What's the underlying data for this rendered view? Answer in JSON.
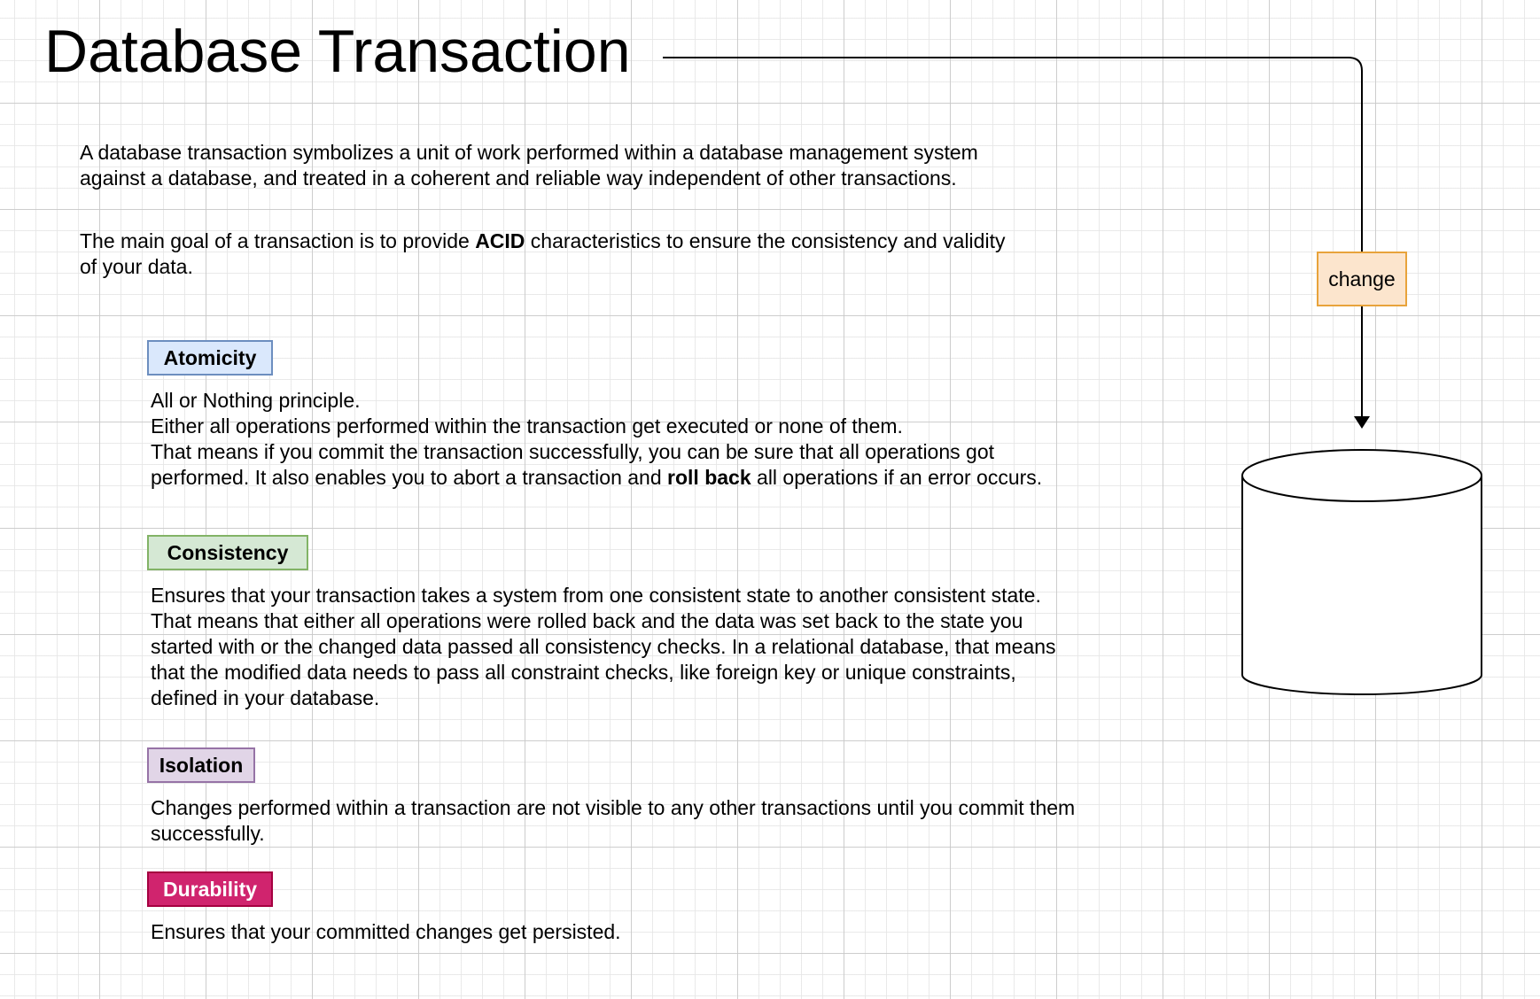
{
  "title": "Database Transaction",
  "intro": {
    "line1": "A database transaction symbolizes a unit of work performed within a database management system",
    "line2": "against a database, and treated in a coherent and reliable way independent of other transactions."
  },
  "goal": {
    "line1_before": "The main goal of a transaction is to provide ",
    "line1_bold": "ACID",
    "line1_after": " characteristics to ensure the consistency and validity",
    "line2": "of your data."
  },
  "atomicity": {
    "label": "Atomicity",
    "line1": "All or Nothing principle.",
    "line2": "Either all operations performed within the transaction get executed or none of them.",
    "line3": "That means if you commit the transaction successfully, you can be sure that all operations got",
    "line4_before": "performed. It also enables you to abort a transaction and ",
    "line4_bold": "roll back",
    "line4_after": " all operations if an error occurs."
  },
  "consistency": {
    "label": "Consistency",
    "line1": "Ensures that your transaction takes a system from one consistent state to another consistent state.",
    "line2": "That means that either all operations were rolled back and the data was set back to the state you",
    "line3": "started with or the changed data passed all consistency checks. In a relational database, that means",
    "line4": "that the modified data needs to pass all constraint checks, like foreign key or unique constraints,",
    "line5": "defined in your database."
  },
  "isolation": {
    "label": "Isolation",
    "line1": "Changes performed within a transaction are not visible to any other transactions until you commit them",
    "line2": "successfully."
  },
  "durability": {
    "label": "Durability",
    "line1": "Ensures that your committed changes get persisted."
  },
  "connector": {
    "label": "change"
  },
  "colors": {
    "atomicity_fill": "#dae8fc",
    "atomicity_stroke": "#6c8ebf",
    "consistency_fill": "#d5e8d4",
    "consistency_stroke": "#82b366",
    "isolation_fill": "#e1d5e7",
    "isolation_stroke": "#9673a6",
    "durability_fill": "#d0246e",
    "durability_stroke": "#a50040",
    "change_fill": "#fce5cd",
    "change_stroke": "#e8a33b"
  },
  "icons": [
    "database-cylinder-icon",
    "arrow-down-icon"
  ]
}
